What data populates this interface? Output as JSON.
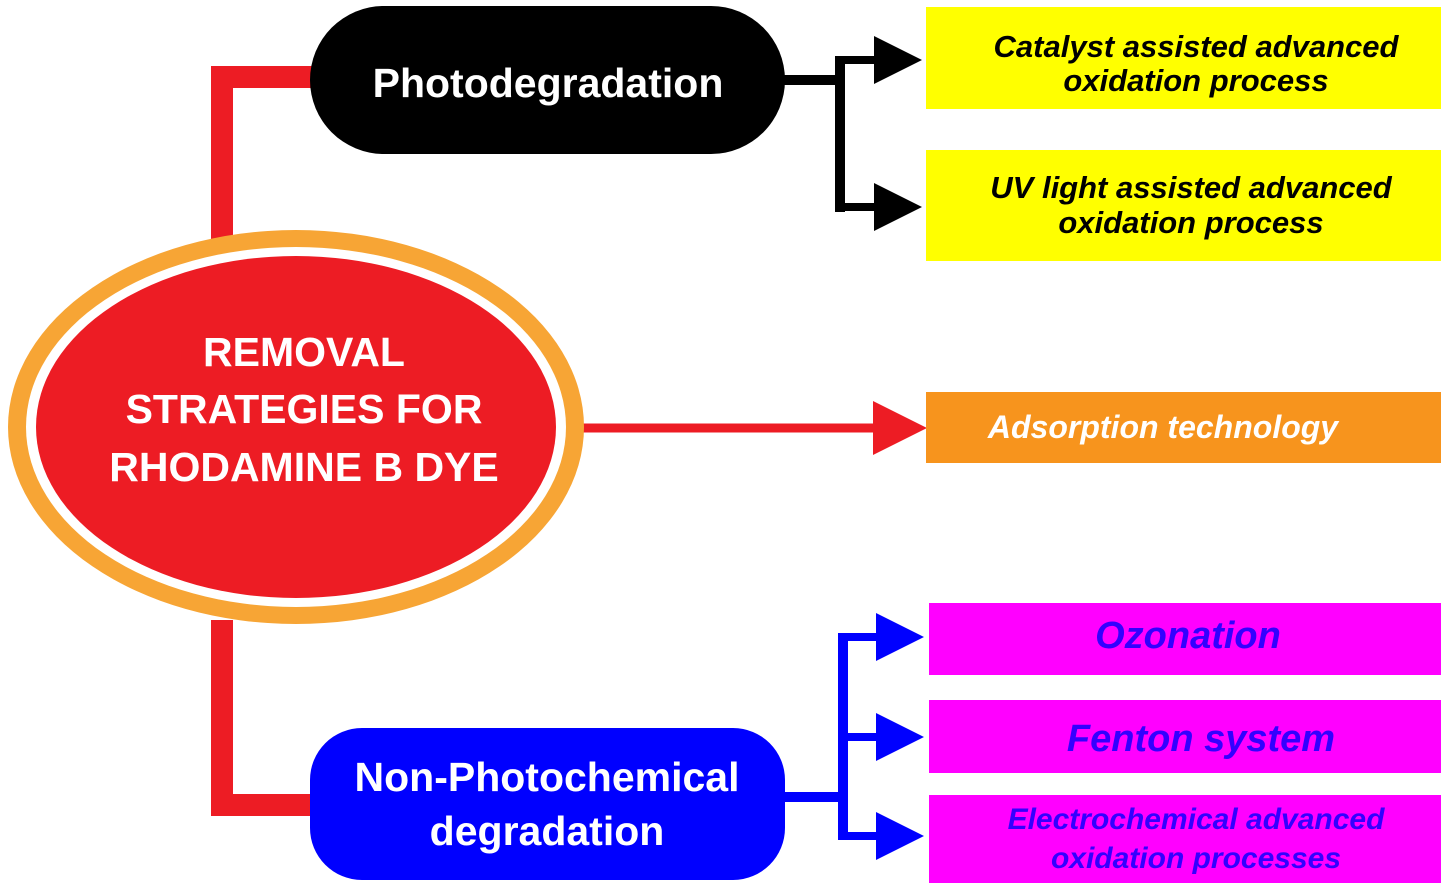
{
  "colors": {
    "red": "#ed1c24",
    "orange_ring": "#f7a535",
    "black": "#000000",
    "blue": "#0000ff",
    "yellow": "#ffff00",
    "orange_box": "#f7941d",
    "magenta": "#ff00ff",
    "blue_text": "#3300ff"
  },
  "center": {
    "line1": "REMOVAL",
    "line2": "STRATEGIES FOR",
    "line3": "RHODAMINE B DYE"
  },
  "photodegradation": {
    "label": "Photodegradation",
    "children": [
      {
        "line1": "Catalyst assisted advanced",
        "line2": "oxidation process"
      },
      {
        "line1": "UV light assisted advanced",
        "line2": "oxidation process"
      }
    ]
  },
  "adsorption": {
    "label": "Adsorption technology"
  },
  "non_photochemical": {
    "line1": "Non-Photochemical",
    "line2": "degradation",
    "children": [
      {
        "label": "Ozonation"
      },
      {
        "label": "Fenton system"
      },
      {
        "line1": "Electrochemical advanced",
        "line2": "oxidation processes"
      }
    ]
  }
}
